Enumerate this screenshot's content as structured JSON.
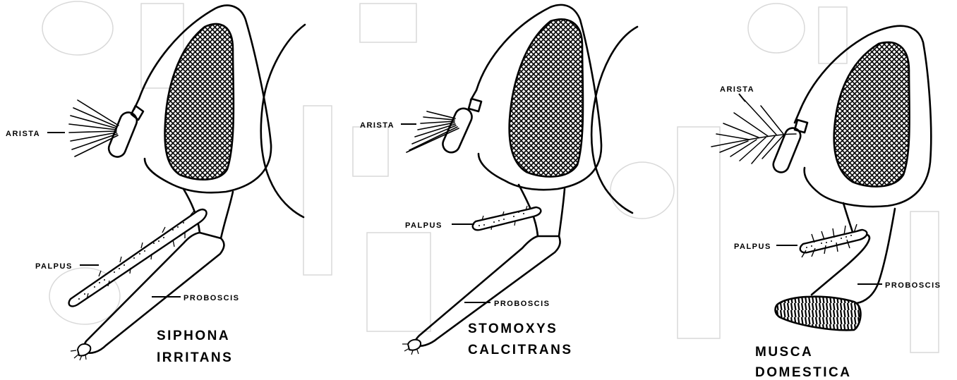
{
  "colors": {
    "ink": "#000000",
    "paper": "#ffffff",
    "faint_background": "#d9d9d9"
  },
  "panels": [
    {
      "species": {
        "line1": "SIPHONA",
        "line2": "IRRITANS"
      },
      "labels": {
        "arista": "ARISTA",
        "palpus": "PALPUS",
        "proboscis": "PROBOSCIS"
      }
    },
    {
      "species": {
        "line1": "STOMOXYS",
        "line2": "CALCITRANS"
      },
      "labels": {
        "arista": "ARISTA",
        "palpus": "PALPUS",
        "proboscis": "PROBOSCIS"
      }
    },
    {
      "species": {
        "line1": "MUSCA",
        "line2": "DOMESTICA"
      },
      "labels": {
        "arista": "ARISTA",
        "palpus": "PALPUS",
        "proboscis": "PROBOSCIS"
      }
    }
  ]
}
